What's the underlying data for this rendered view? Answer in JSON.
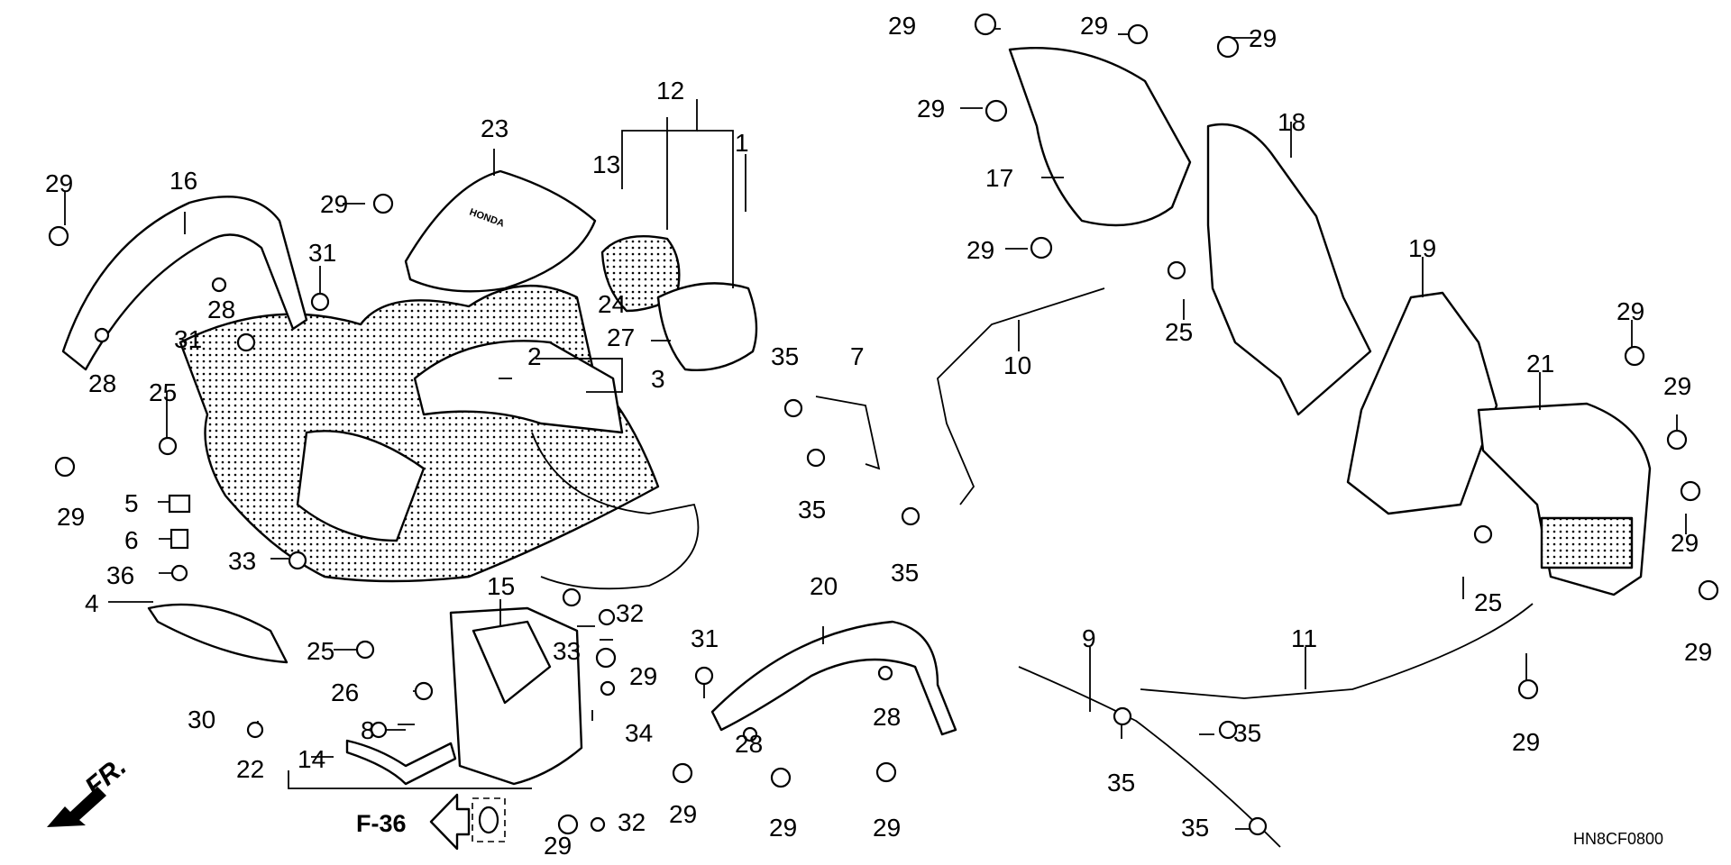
{
  "diagram": {
    "title_code": "HN8CF0800",
    "reference_link": "F-36",
    "direction_label": "FR.",
    "brand_mark": "HONDA",
    "callouts": [
      {
        "id": "c1",
        "text": "1"
      },
      {
        "id": "c2",
        "text": "2"
      },
      {
        "id": "c3",
        "text": "3"
      },
      {
        "id": "c4",
        "text": "4"
      },
      {
        "id": "c5",
        "text": "5"
      },
      {
        "id": "c6",
        "text": "6"
      },
      {
        "id": "c7",
        "text": "7"
      },
      {
        "id": "c8",
        "text": "8"
      },
      {
        "id": "c9",
        "text": "9"
      },
      {
        "id": "c10",
        "text": "10"
      },
      {
        "id": "c11",
        "text": "11"
      },
      {
        "id": "c12",
        "text": "12"
      },
      {
        "id": "c13",
        "text": "13"
      },
      {
        "id": "c14",
        "text": "14"
      },
      {
        "id": "c15",
        "text": "15"
      },
      {
        "id": "c16",
        "text": "16"
      },
      {
        "id": "c17",
        "text": "17"
      },
      {
        "id": "c18",
        "text": "18"
      },
      {
        "id": "c19",
        "text": "19"
      },
      {
        "id": "c20",
        "text": "20"
      },
      {
        "id": "c21",
        "text": "21"
      },
      {
        "id": "c22",
        "text": "22"
      },
      {
        "id": "c23",
        "text": "23"
      },
      {
        "id": "c24",
        "text": "24"
      },
      {
        "id": "c25a",
        "text": "25"
      },
      {
        "id": "c25b",
        "text": "25"
      },
      {
        "id": "c25c",
        "text": "25"
      },
      {
        "id": "c25d",
        "text": "25"
      },
      {
        "id": "c26",
        "text": "26"
      },
      {
        "id": "c27",
        "text": "27"
      },
      {
        "id": "c28a",
        "text": "28"
      },
      {
        "id": "c28b",
        "text": "28"
      },
      {
        "id": "c28c",
        "text": "28"
      },
      {
        "id": "c28d",
        "text": "28"
      },
      {
        "id": "c29a",
        "text": "29"
      },
      {
        "id": "c29b",
        "text": "29"
      },
      {
        "id": "c29c",
        "text": "29"
      },
      {
        "id": "c29d",
        "text": "29"
      },
      {
        "id": "c29e",
        "text": "29"
      },
      {
        "id": "c29f",
        "text": "29"
      },
      {
        "id": "c29g",
        "text": "29"
      },
      {
        "id": "c29h",
        "text": "29"
      },
      {
        "id": "c29i",
        "text": "29"
      },
      {
        "id": "c29j",
        "text": "29"
      },
      {
        "id": "c29k",
        "text": "29"
      },
      {
        "id": "c29l",
        "text": "29"
      },
      {
        "id": "c29m",
        "text": "29"
      },
      {
        "id": "c29n",
        "text": "29"
      },
      {
        "id": "c29o",
        "text": "29"
      },
      {
        "id": "c29p",
        "text": "29"
      },
      {
        "id": "c29q",
        "text": "29"
      },
      {
        "id": "c29r",
        "text": "29"
      },
      {
        "id": "c30",
        "text": "30"
      },
      {
        "id": "c31a",
        "text": "31"
      },
      {
        "id": "c31b",
        "text": "31"
      },
      {
        "id": "c31c",
        "text": "31"
      },
      {
        "id": "c32a",
        "text": "32"
      },
      {
        "id": "c32b",
        "text": "32"
      },
      {
        "id": "c33a",
        "text": "33"
      },
      {
        "id": "c33b",
        "text": "33"
      },
      {
        "id": "c34",
        "text": "34"
      },
      {
        "id": "c35a",
        "text": "35"
      },
      {
        "id": "c35b",
        "text": "35"
      },
      {
        "id": "c35c",
        "text": "35"
      },
      {
        "id": "c35d",
        "text": "35"
      },
      {
        "id": "c35e",
        "text": "35"
      },
      {
        "id": "c35f",
        "text": "35"
      },
      {
        "id": "c36",
        "text": "36"
      }
    ]
  }
}
